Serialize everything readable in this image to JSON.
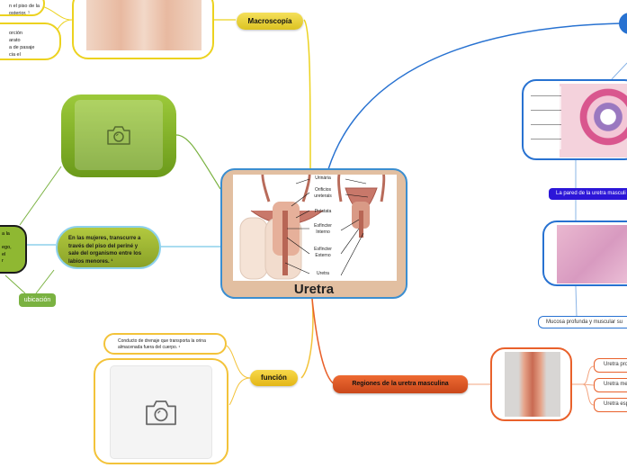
{
  "central": {
    "title": "Uretra",
    "labels": [
      "Urinária",
      "Orificios ureterais",
      "Próstata",
      "Esfíncter Interno",
      "Esfíncter Externo",
      "Uretra"
    ]
  },
  "macroscopia": {
    "label": "Macroscopía",
    "note1": "n el piso de la\nosterior. ¹",
    "note2": "orción\narato\na de pasaje\ncia el"
  },
  "ubicacion": {
    "label": "ubicación",
    "female_note": "En las mujeres, transcurre a través del piso del periné y sale del organismo entre los labios menores. ¹",
    "left_node_text": "a la\n\nego,\nel\nr"
  },
  "funcion": {
    "label": "función",
    "note": "Conducto de drenaje que transporta la orina almacenada fuera del cuerpo. ¹"
  },
  "regiones": {
    "label": "Regiones de la uretra masculina",
    "items": [
      "Uretra pro",
      "Uretra me",
      "Uretra esp"
    ]
  },
  "pared": {
    "label": "La pared de la uretra masculi",
    "note": "Mucosa profunda y muscular su"
  },
  "icons": {
    "camera": "camera-icon"
  },
  "colors": {
    "yellow": "#ecd21f",
    "green": "#7ab241",
    "blue": "#2872d1",
    "orange": "#e9612b",
    "central": "#e2bfa1"
  }
}
